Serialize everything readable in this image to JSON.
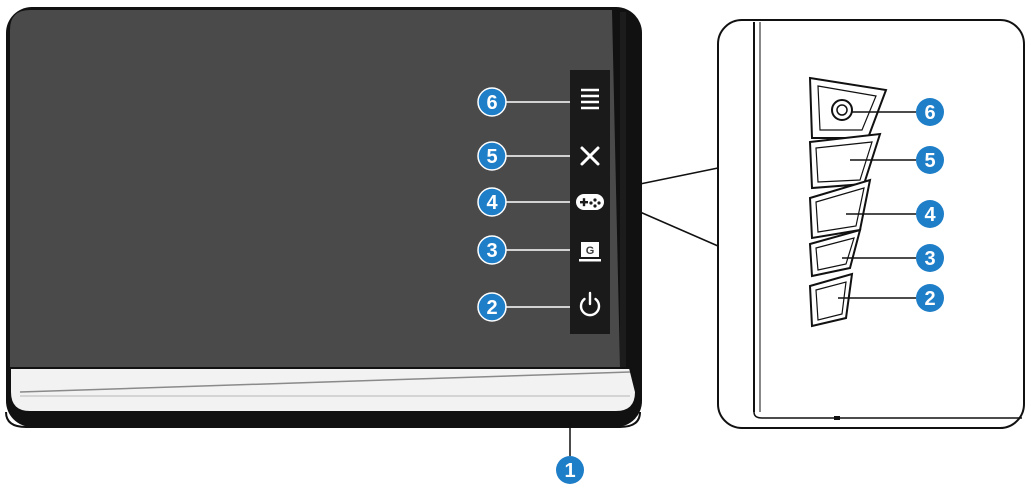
{
  "accent_color": "#1e7ec8",
  "bezel_color": "#111111",
  "screen_color": "#4a4a4a",
  "front_callouts": [
    {
      "number": "6",
      "icon": "menu-icon"
    },
    {
      "number": "5",
      "icon": "close-icon"
    },
    {
      "number": "4",
      "icon": "gamepad-icon"
    },
    {
      "number": "3",
      "icon": "gameplus-g-icon"
    },
    {
      "number": "2",
      "icon": "power-icon"
    }
  ],
  "side_callouts": [
    {
      "number": "6",
      "icon": "joystick-icon"
    },
    {
      "number": "5"
    },
    {
      "number": "4"
    },
    {
      "number": "3"
    },
    {
      "number": "2"
    }
  ],
  "bottom_callout": {
    "number": "1"
  },
  "icon_g_text": "G"
}
